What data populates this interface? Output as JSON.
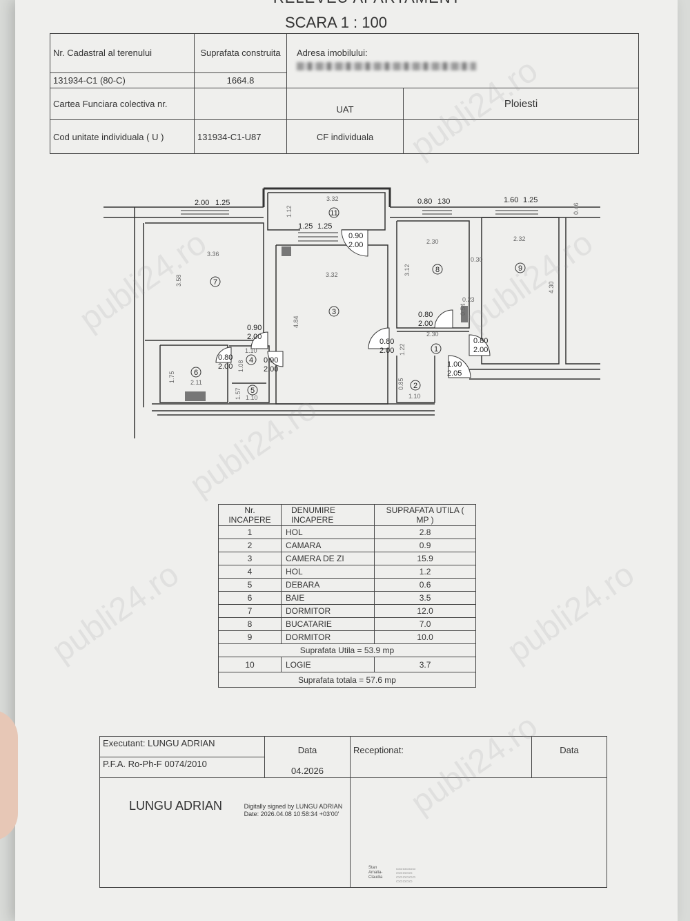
{
  "document": {
    "title": "RELEVEU APARTAMENT",
    "scale": "SCARA 1 : 100"
  },
  "header": {
    "cadastral_label": "Nr. Cadastral al terenului",
    "cadastral_value": "131934-C1 (80-C)",
    "surface_label": "Suprafata construita",
    "surface_value": "1664.8",
    "address_label": "Adresa imobilului:",
    "cf_label": "Cartea Funciara colectiva nr.",
    "uat_label": "UAT",
    "uat_value": "Ploiesti",
    "unit_label": "Cod unitate individuala ( U )",
    "unit_value": "131934-C1-U87",
    "cf_ind_label": "CF individuala"
  },
  "plan": {
    "dims": [
      "2.00",
      "1.25",
      "3.32",
      "0.80",
      "130",
      "1.60",
      "1.25",
      "0.46",
      "1.12",
      "1.25",
      "1.25",
      "0.90",
      "2.00",
      "3.36",
      "3.58",
      "3.32",
      "4.84",
      "2.30",
      "3.12",
      "0.30",
      "2.32",
      "4.30",
      "0.23",
      "0.80",
      "2.00",
      "0.54",
      "0.90",
      "2.00",
      "2.30",
      "0.80",
      "2.00",
      "0.80",
      "2.00",
      "1.10",
      "0.80",
      "2.00",
      "0.90",
      "2.00",
      "1.22",
      "1.75",
      "2.11",
      "1.08",
      "1.00",
      "2.05",
      "0.85",
      "1.57",
      "1.10",
      "1.10"
    ],
    "room_numbers": [
      "11",
      "7",
      "3",
      "8",
      "9",
      "1",
      "6",
      "4",
      "5",
      "2"
    ]
  },
  "rooms": {
    "headers": [
      "Nr. INCAPERE",
      "DENUMIRE INCAPERE",
      "SUPRAFATA UTILA ( MP )"
    ],
    "rows": [
      {
        "nr": "1",
        "name": "HOL",
        "area": "2.8"
      },
      {
        "nr": "2",
        "name": "CAMARA",
        "area": "0.9"
      },
      {
        "nr": "3",
        "name": "CAMERA DE ZI",
        "area": "15.9"
      },
      {
        "nr": "4",
        "name": "HOL",
        "area": "1.2"
      },
      {
        "nr": "5",
        "name": "DEBARA",
        "area": "0.6"
      },
      {
        "nr": "6",
        "name": "BAIE",
        "area": "3.5"
      },
      {
        "nr": "7",
        "name": "DORMITOR",
        "area": "12.0"
      },
      {
        "nr": "8",
        "name": "BUCATARIE",
        "area": "7.0"
      },
      {
        "nr": "9",
        "name": "DORMITOR",
        "area": "10.0"
      }
    ],
    "useful_total": "Suprafata Utila = 53.9 mp",
    "extra": {
      "nr": "10",
      "name": "LOGIE",
      "area": "3.7"
    },
    "grand_total": "Suprafata totala = 57.6 mp"
  },
  "signature": {
    "executant": "Executant: LUNGU ADRIAN",
    "pfa": "P.F.A. Ro-Ph-F 0074/2010",
    "date_label": "Data",
    "date_value": "04.2026",
    "receptionat": "Receptionat:",
    "date_label2": "Data",
    "name": "LUNGU ADRIAN",
    "digital_line1": "Digitally signed by LUNGU ADRIAN",
    "digital_line2": "Date: 2026.04.08 10:58:34 +03'00'",
    "stamp_lines": [
      "Stan",
      "Amalia-",
      "Claudia"
    ]
  },
  "watermark": "publi24.ro"
}
